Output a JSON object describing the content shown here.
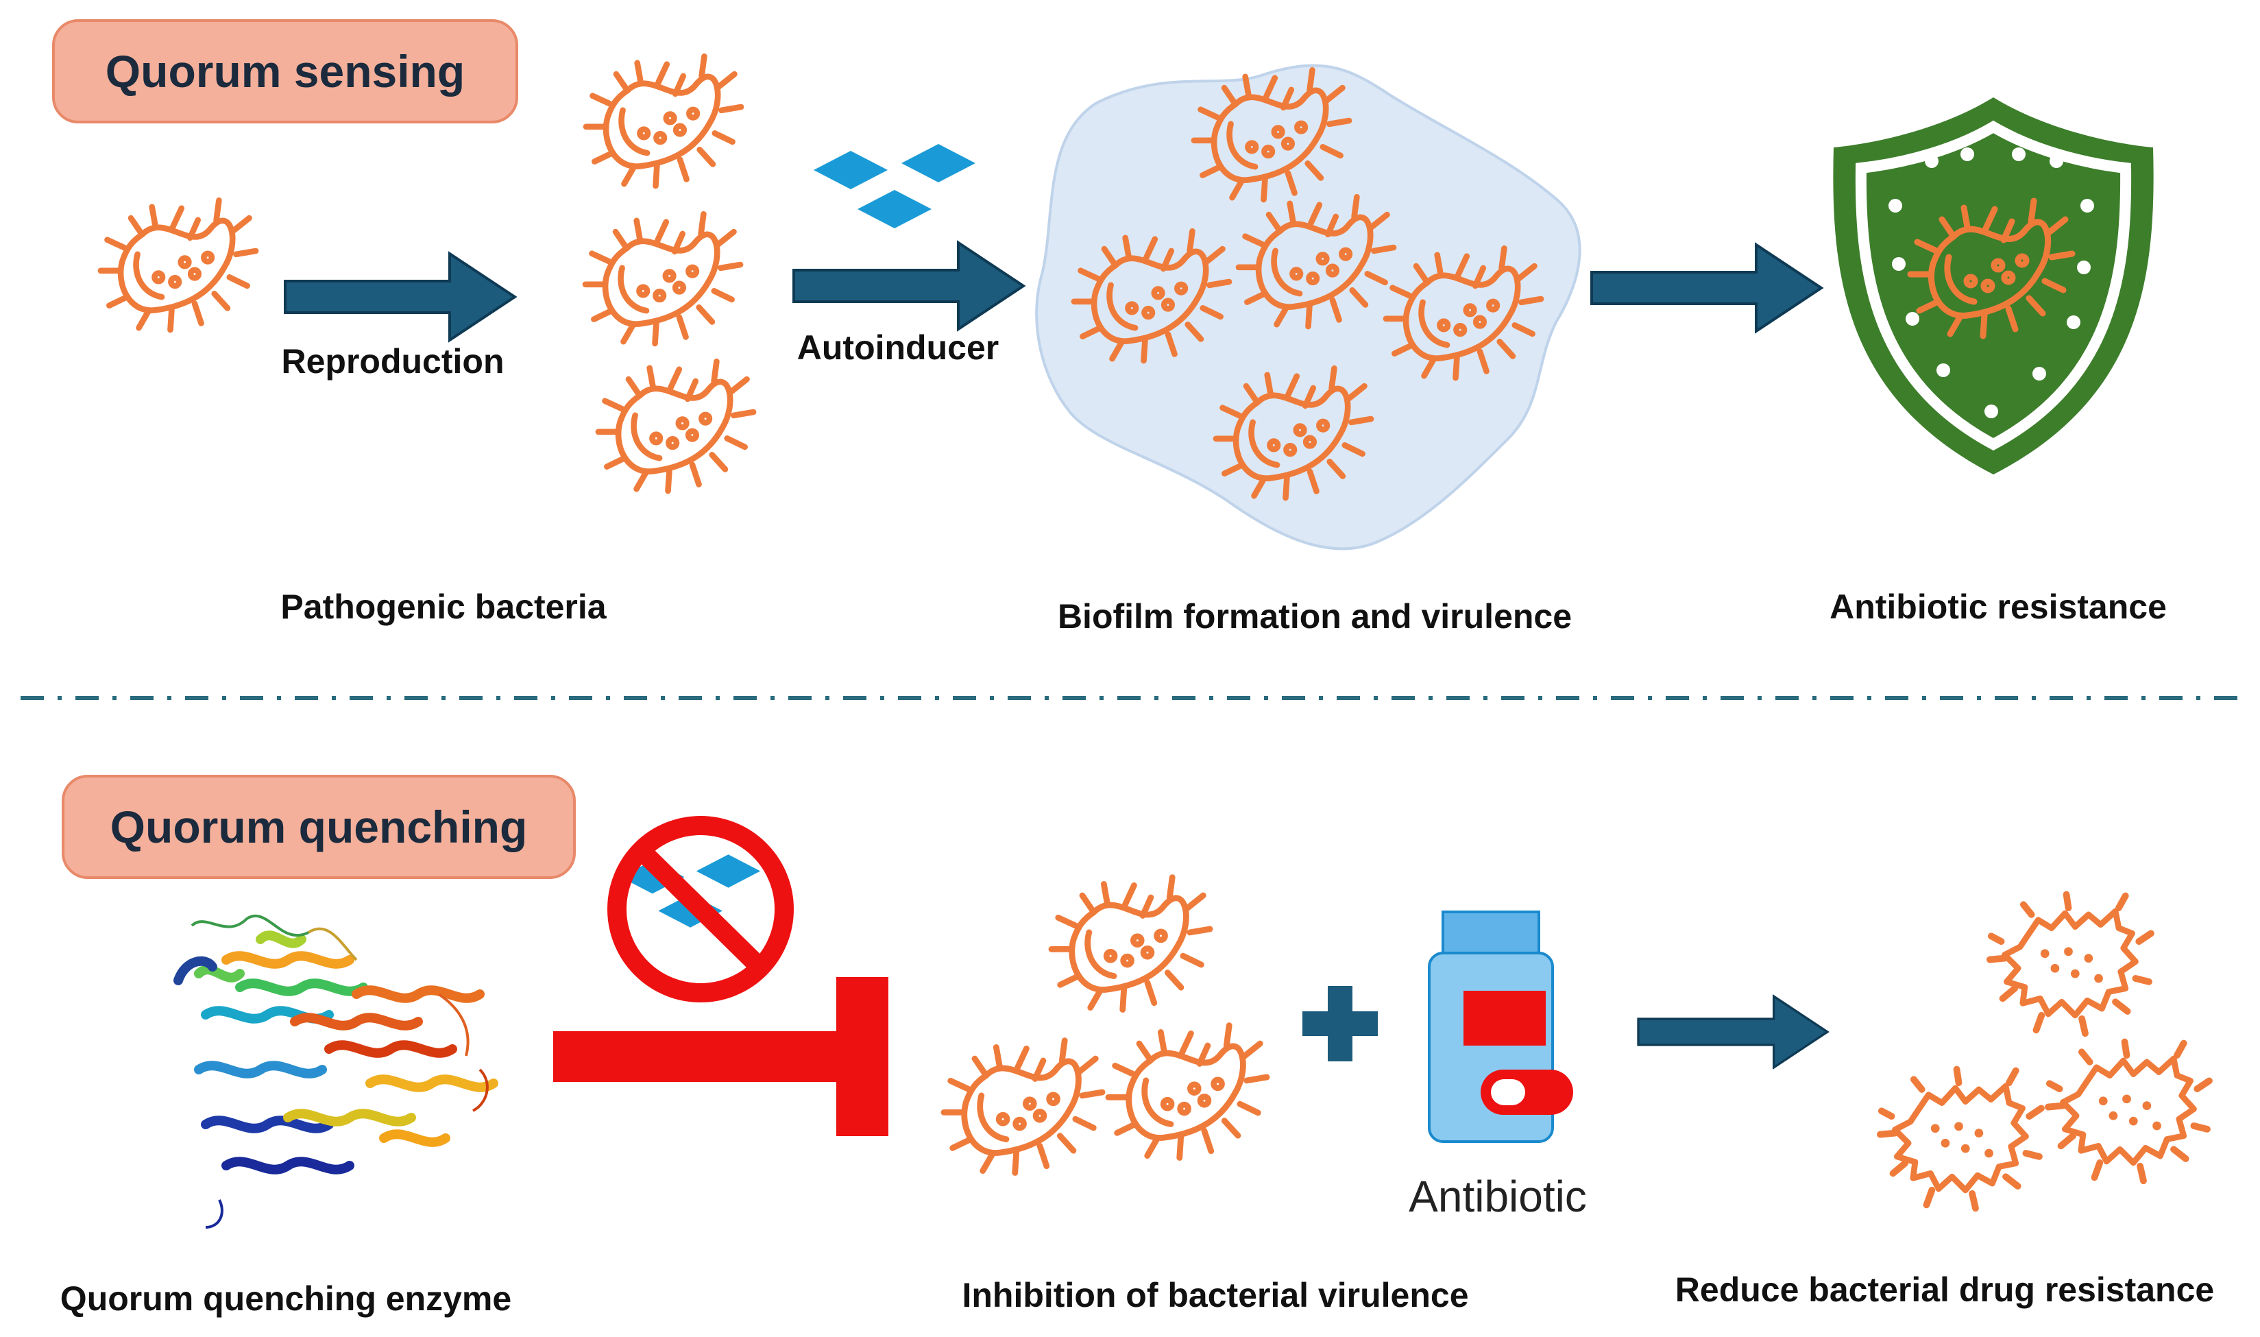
{
  "top_section": {
    "title": "Quorum sensing",
    "arrow_labels": {
      "reproduction": "Reproduction",
      "autoinducer": "Autoinducer"
    },
    "captions": {
      "pathogenic": "Pathogenic bacteria",
      "biofilm": "Biofilm formation and virulence",
      "resistance": "Antibiotic resistance"
    }
  },
  "bottom_section": {
    "title": "Quorum quenching",
    "captions": {
      "enzyme": "Quorum quenching enzyme",
      "inhibition": "Inhibition of bacterial virulence",
      "antibiotic": "Antibiotic",
      "reduce": "Reduce bacterial drug resistance"
    }
  },
  "colors": {
    "bacteria": "#ef7b3b",
    "arrow": "#1d5b7c",
    "autoinducer": "#1a9bd7",
    "biofilm": "#dce8f5",
    "shield": "#3d7e2b",
    "inhibitor": "#ee1111",
    "divider": "#2a6b7e"
  },
  "icons": [
    "bacterium-icon",
    "autoinducer-icon",
    "shield-icon",
    "no-entry-icon",
    "protein-structure-icon",
    "antibiotic-bottle-icon",
    "pill-icon",
    "plus-icon",
    "dead-bacterium-icon"
  ]
}
